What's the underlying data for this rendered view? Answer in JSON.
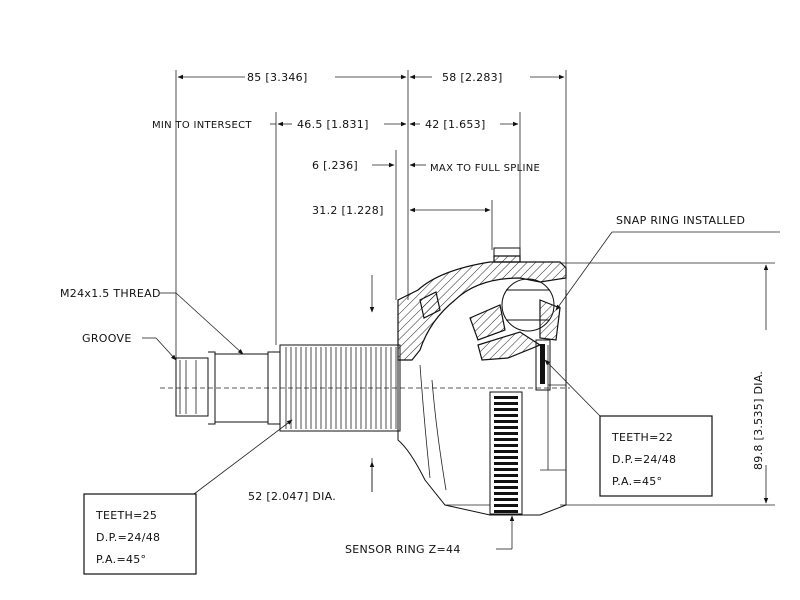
{
  "dimensions": {
    "overall_length": "85 [3.346]",
    "outer_length": "58 [2.283]",
    "min_to_intersect_label": "MIN TO INTERSECT",
    "min_to_intersect": "46.5 [1.831]",
    "outer_offset": "42 [1.653]",
    "spline_offset": "6 [.236]",
    "max_to_full_spline": "MAX TO FULL SPLINE",
    "ring_offset": "31.2 [1.228]",
    "shaft_diameter": "52 [2.047] DIA.",
    "housing_diameter": "89.8 [3.535] DIA."
  },
  "callouts": {
    "thread": "M24x1.5 THREAD",
    "groove": "GROOVE",
    "snap_ring": "SNAP RING INSTALLED",
    "sensor_ring": "SENSOR RING Z=44"
  },
  "spec_boxes": {
    "inner": [
      "TEETH=22",
      "D.P.=24/48",
      "P.A.=45°"
    ],
    "outer": [
      "TEETH=25",
      "D.P.=24/48",
      "P.A.=45°"
    ]
  },
  "colors": {
    "line": "#111111",
    "background": "#ffffff"
  }
}
